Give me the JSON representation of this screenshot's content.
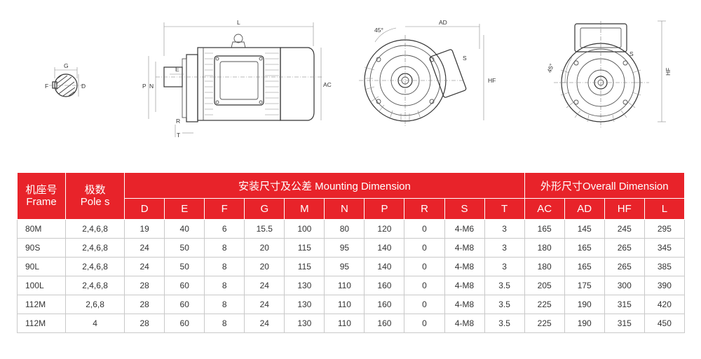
{
  "drawing_labels": {
    "shaft": {
      "g": "G",
      "f": "F",
      "d": "D"
    },
    "side": {
      "l": "L",
      "e": "E",
      "p": "P",
      "n": "N",
      "ac": "AC",
      "r": "R",
      "t": "T"
    },
    "front1": {
      "angle": "45°",
      "ad": "AD",
      "hf": "HF",
      "s": "S"
    },
    "front2": {
      "angle": "45°",
      "hf": "HF",
      "s": "S"
    }
  },
  "table": {
    "header": {
      "frame": [
        "机座号",
        "Frame"
      ],
      "poles": [
        "极数",
        "Pole s"
      ],
      "mounting": "安装尺寸及公差 Mounting Dimension",
      "overall": "外形尺寸Overall Dimension",
      "columns": [
        "D",
        "E",
        "F",
        "G",
        "M",
        "N",
        "P",
        "R",
        "S",
        "T",
        "AC",
        "AD",
        "HF",
        "L"
      ]
    },
    "rows": [
      [
        "80M",
        "2,4,6,8",
        "19",
        "40",
        "6",
        "15.5",
        "100",
        "80",
        "120",
        "0",
        "4-M6",
        "3",
        "165",
        "145",
        "245",
        "295"
      ],
      [
        "90S",
        "2,4,6,8",
        "24",
        "50",
        "8",
        "20",
        "115",
        "95",
        "140",
        "0",
        "4-M8",
        "3",
        "180",
        "165",
        "265",
        "345"
      ],
      [
        "90L",
        "2,4,6,8",
        "24",
        "50",
        "8",
        "20",
        "115",
        "95",
        "140",
        "0",
        "4-M8",
        "3",
        "180",
        "165",
        "265",
        "385"
      ],
      [
        "100L",
        "2,4,6,8",
        "28",
        "60",
        "8",
        "24",
        "130",
        "110",
        "160",
        "0",
        "4-M8",
        "3.5",
        "205",
        "175",
        "300",
        "390"
      ],
      [
        "112M",
        "2,6,8",
        "28",
        "60",
        "8",
        "24",
        "130",
        "110",
        "160",
        "0",
        "4-M8",
        "3.5",
        "225",
        "190",
        "315",
        "420"
      ],
      [
        "112M",
        "4",
        "28",
        "60",
        "8",
        "24",
        "130",
        "110",
        "160",
        "0",
        "4-M8",
        "3.5",
        "225",
        "190",
        "315",
        "450"
      ]
    ]
  },
  "colors": {
    "header_bg": "#e8232a",
    "header_text": "#ffffff",
    "cell_border": "#c9c9c9",
    "cell_text": "#333333"
  }
}
